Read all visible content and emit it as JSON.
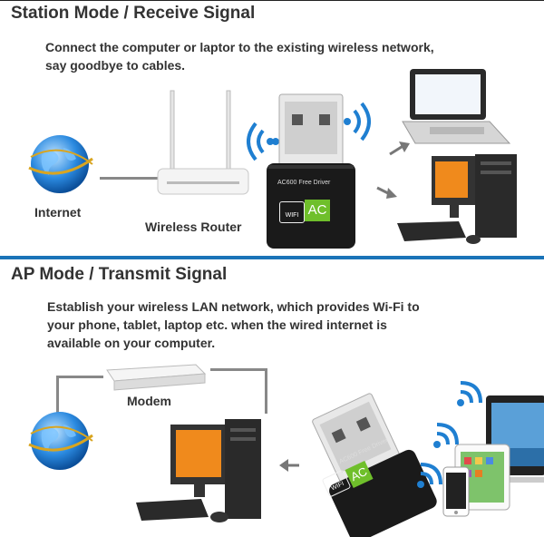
{
  "station": {
    "title": "Station Mode / Receive Signal",
    "description_line1": "Connect the computer or laptor to the existing wireless network,",
    "description_line2": "say goodbye to cables.",
    "internet_label": "Internet",
    "router_label": "Wireless Router",
    "adapter_text": "AC600 Free Driver",
    "wifi_badge": "WIFI",
    "ac_badge": "AC"
  },
  "ap": {
    "title": "AP Mode / Transmit Signal",
    "description_line1": "Establish your wireless LAN network, which provides Wi-Fi to",
    "description_line2": "your phone, tablet, laptop etc. when the wired internet is",
    "description_line3": "available on your computer.",
    "modem_label": "Modem",
    "adapter_text": "AC600 Free Driver",
    "wifi_badge": "WIFI",
    "ac_badge": "AC"
  },
  "colors": {
    "accent_blue": "#1a73b8",
    "wifi_blue": "#1f7fd1",
    "ac_green": "#6fbf2b",
    "monitor_orange": "#f08a1c"
  },
  "icons": [
    "globe-icon",
    "router-icon",
    "usb-adapter-icon",
    "wifi-signal-icon",
    "laptop-icon",
    "desktop-computer-icon",
    "modem-icon",
    "tablet-icon",
    "phone-icon",
    "arrow-icon"
  ]
}
